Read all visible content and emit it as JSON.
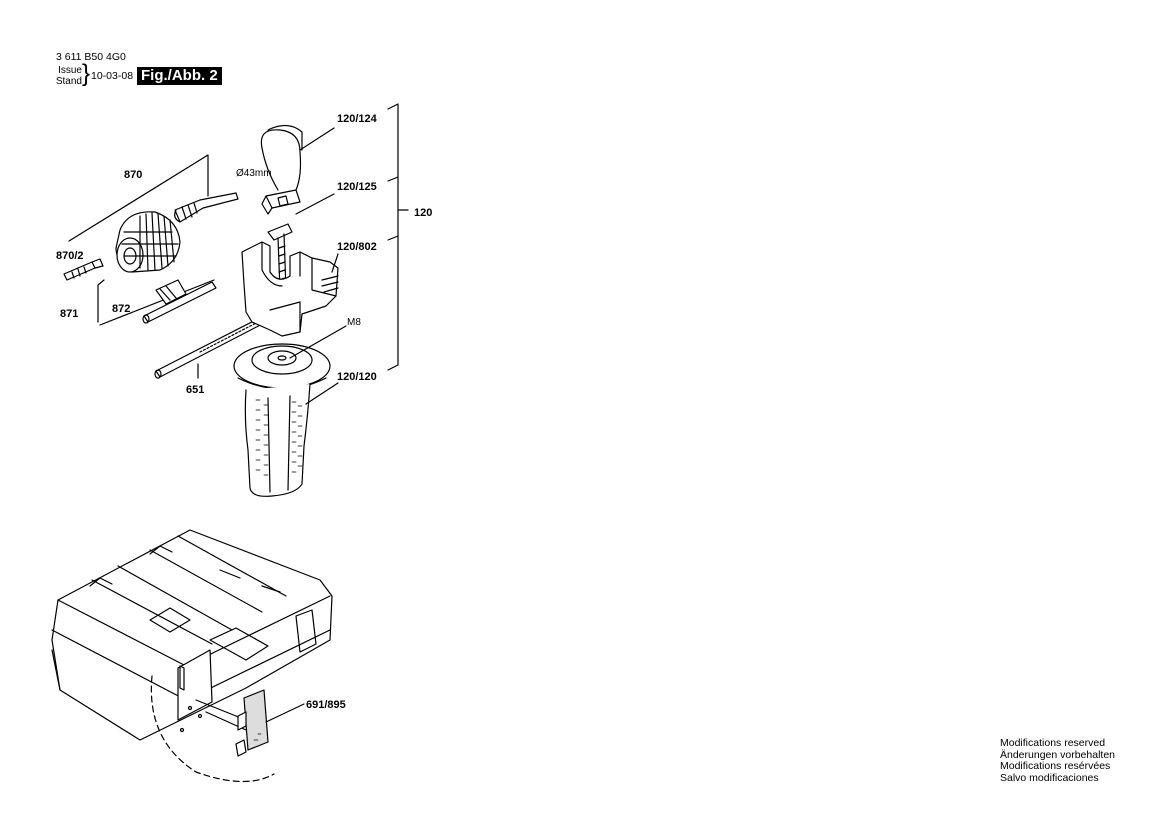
{
  "header": {
    "code": "3 611 B50 4G0",
    "issue_line1": "Issue",
    "issue_line2": "Stand",
    "date": "10-03-08",
    "figure": "Fig./Abb. 2"
  },
  "labels": {
    "l870": "870",
    "l870_2": "870/2",
    "l871": "871",
    "l872": "872",
    "l651": "651",
    "l43mm": "Ø43mm",
    "l120_124": "120/124",
    "l120_125": "120/125",
    "l120_802": "120/802",
    "l120": "120",
    "lM8": "M8",
    "l120_120": "120/120",
    "l691_895": "691/895"
  },
  "footer": {
    "line1": "Modifications reserved",
    "line2": "Änderungen vorbehalten",
    "line3": "Modifications resérvées",
    "line4": "Salvo modificaciones"
  }
}
